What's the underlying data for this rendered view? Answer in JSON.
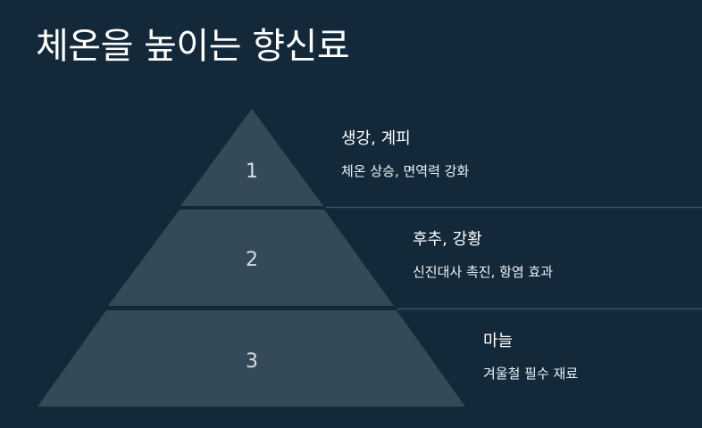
{
  "title": "체온을 높이는 향신료",
  "colors": {
    "background": "#13293a",
    "tier": "#344a59",
    "divider": "#3c5262",
    "text": "#ffffff",
    "number": "#d6dde2"
  },
  "levels": [
    {
      "number": "1",
      "heading": "생강, 계피",
      "description": "체온 상승, 면역력 강화"
    },
    {
      "number": "2",
      "heading": "후추, 강황",
      "description": "신진대사 촉진, 항염 효과"
    },
    {
      "number": "3",
      "heading": "마늘",
      "description": "겨울철 필수 재료"
    }
  ]
}
